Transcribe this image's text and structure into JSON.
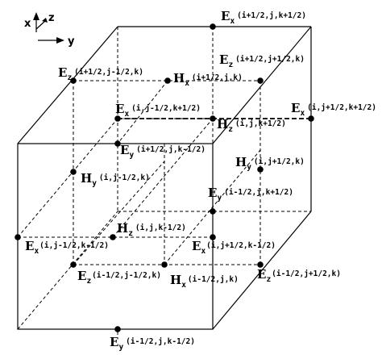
{
  "axes": {
    "x": "x",
    "y": "y",
    "z": "z"
  },
  "nodes": [
    {
      "main": "E",
      "sub": "x",
      "idx": "(i+1/2,j,k+1/2)"
    },
    {
      "main": "E",
      "sub": "z",
      "idx": "(i+1/2,j+1/2,k)"
    },
    {
      "main": "E",
      "sub": "z",
      "idx": "(i+1/2,j-1/2,k)"
    },
    {
      "main": "H",
      "sub": "x",
      "idx": "(i+1/2,j,k)"
    },
    {
      "main": "E",
      "sub": "x",
      "idx": "(i,j-1/2,k+1/2)"
    },
    {
      "main": "H",
      "sub": "z",
      "idx": "(i,j,k+1/2)"
    },
    {
      "main": "E",
      "sub": "x",
      "idx": "(i,j+1/2,k+1/2)"
    },
    {
      "main": "E",
      "sub": "y",
      "idx": "(i+1/2,j,k-1/2)"
    },
    {
      "main": "H",
      "sub": "y",
      "idx": "(i,j+1/2,k)"
    },
    {
      "main": "H",
      "sub": "y",
      "idx": "(i,j-1/2,k)"
    },
    {
      "main": "E",
      "sub": "y",
      "idx": "(i-1/2,j,k+1/2)"
    },
    {
      "main": "H",
      "sub": "z",
      "idx": "(i,j,k-1/2)"
    },
    {
      "main": "E",
      "sub": "x",
      "idx": "(i,j-1/2,k-1/2)"
    },
    {
      "main": "E",
      "sub": "x",
      "idx": "(i,j+1/2,k-1/2)"
    },
    {
      "main": "E",
      "sub": "z",
      "idx": "(i-1/2,j-1/2,k)"
    },
    {
      "main": "H",
      "sub": "x",
      "idx": "(i-1/2,j,k)"
    },
    {
      "main": "E",
      "sub": "z",
      "idx": "(i-1/2,j+1/2,k)"
    },
    {
      "main": "E",
      "sub": "y",
      "idx": "(i-1/2,j,k-1/2)"
    }
  ]
}
